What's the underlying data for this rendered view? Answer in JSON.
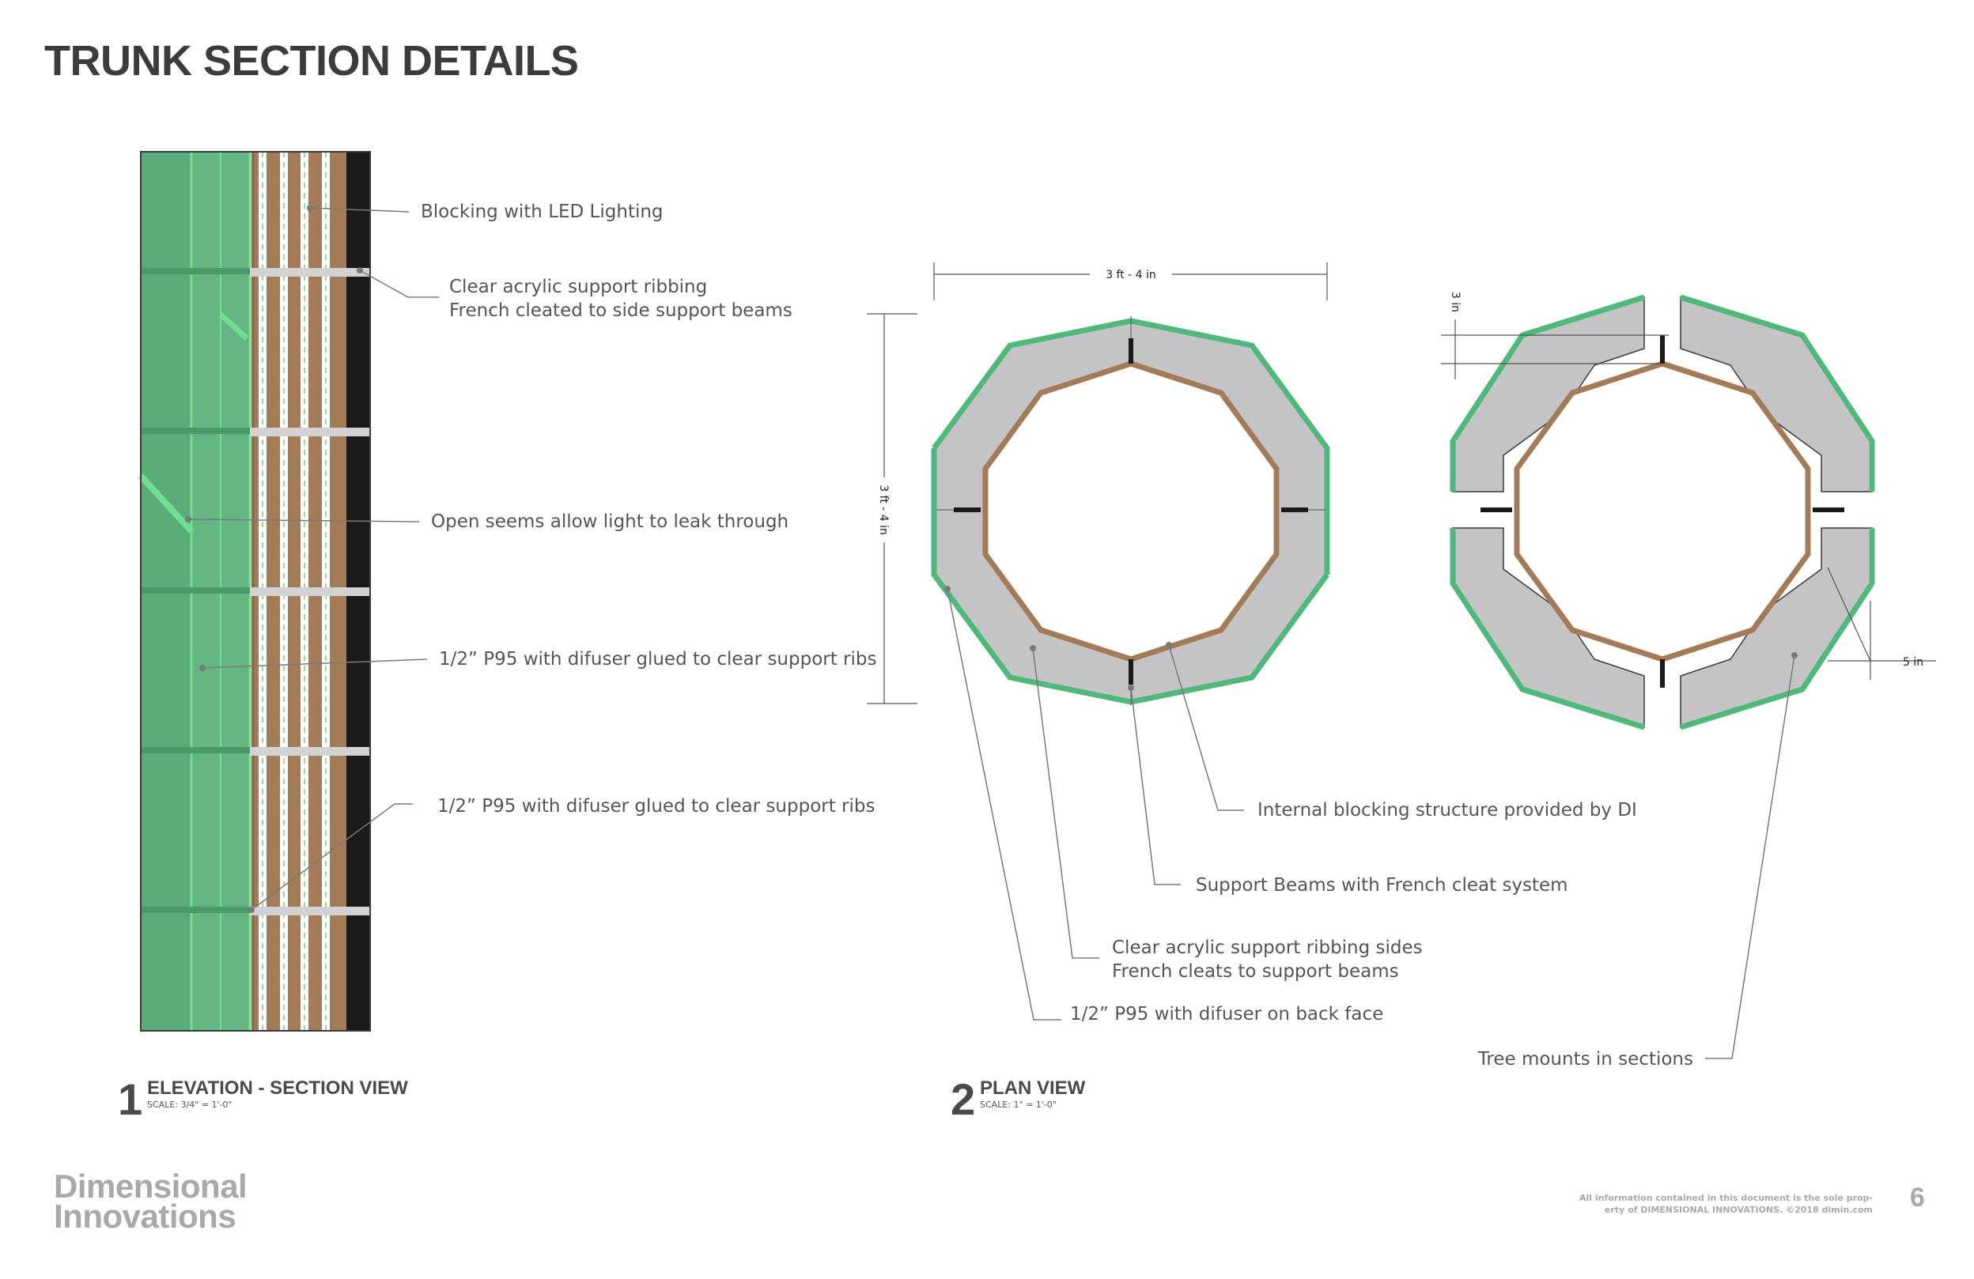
{
  "page": {
    "title": "TRUNK SECTION DETAILS",
    "page_number": "6",
    "logo_line1": "Dimensional",
    "logo_line2": "Innovations",
    "legal_line1": "All information contained in this document is the sole prop-",
    "legal_line2": "erty of DIMENSIONAL INNOVATIONS. ©2018 dimin.com"
  },
  "elevation": {
    "number": "1",
    "title": "ELEVATION - SECTION VIEW",
    "scale": "SCALE:  3/4\" = 1'-0\"",
    "callouts": {
      "blocking_led": "Blocking with LED Lighting",
      "acrylic_ribbing_1": "Clear acrylic support ribbing",
      "acrylic_ribbing_2": "French cleated to side support beams",
      "open_seems": "Open seems allow light to leak through",
      "p95_ribs_a": "1/2” P95 with difuser glued to clear support ribs",
      "p95_ribs_b": "1/2” P95 with difuser glued to clear support ribs"
    }
  },
  "plan": {
    "number": "2",
    "title": "PLAN VIEW",
    "scale": "SCALE:  1\" = 1'-0\"",
    "dims": {
      "width": "3 ft - 4 in",
      "height": "3 ft - 4 in",
      "gap": "3 in",
      "depth": "5 in"
    },
    "callouts": {
      "internal_blocking": "Internal blocking structure provided by DI",
      "support_beams": "Support Beams with French cleat system",
      "acrylic_sides_1": "Clear acrylic support ribbing sides",
      "acrylic_sides_2": "French cleats to support beams",
      "p95_back": "1/2” P95 with difuser on back face",
      "tree_mounts": "Tree mounts in sections"
    }
  },
  "colors": {
    "panel_green": "#5aad78",
    "edge_green": "#4fb87a",
    "bright_green": "#6fe08f",
    "wood": "#a37c57",
    "gray_fill": "#c4c4c6",
    "black": "#1a1a1a",
    "leader": "#7a7a7a"
  }
}
